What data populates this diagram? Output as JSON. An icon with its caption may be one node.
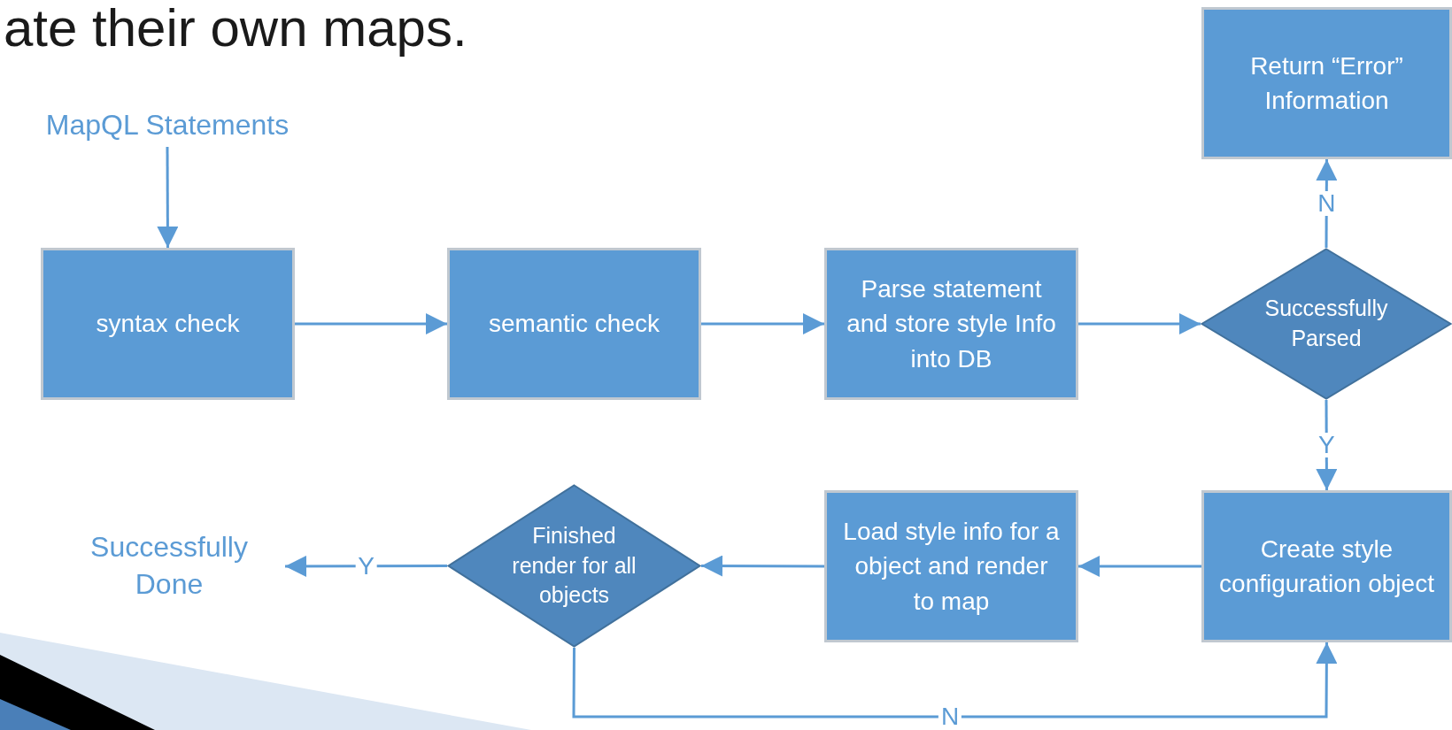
{
  "diagram": {
    "nodes": [
      {
        "text": [
          "MapQL Statements"
        ]
      },
      {
        "text": [
          "syntax check"
        ]
      },
      {
        "text": [
          "semantic check"
        ]
      },
      {
        "text": [
          "Parse statement and store style Info into DB"
        ]
      },
      {
        "text": [
          "Successfully Parsed"
        ]
      },
      {
        "text": [
          "Return “Error” Information"
        ]
      },
      {
        "text": [
          "Create style configuration object"
        ]
      },
      {
        "text": [
          "Load style info for a object and render to map"
        ]
      },
      {
        "text": [
          "Finished render for all objects"
        ]
      },
      {
        "text": [
          "Successfully Done"
        ]
      }
    ],
    "edges": [
      {
        "from": 0,
        "to": 1,
        "arrow": "to"
      },
      {
        "from": 1,
        "to": 2,
        "arrow": "to"
      },
      {
        "from": 2,
        "to": 3,
        "arrow": "to"
      },
      {
        "from": 3,
        "to": 4,
        "arrow": "to"
      },
      {
        "from": 4,
        "to": 5,
        "arrow": "to",
        "label": "N"
      },
      {
        "from": 4,
        "to": 6,
        "arrow": "to",
        "label": "Y"
      },
      {
        "from": 6,
        "to": 7,
        "arrow": "to"
      },
      {
        "from": 7,
        "to": 8,
        "arrow": "to"
      },
      {
        "from": 8,
        "to": 9,
        "arrow": "to",
        "label": "Y"
      },
      {
        "from": 8,
        "to": 6,
        "arrow": "to",
        "label": "N"
      }
    ],
    "labels": [
      "ate their own maps."
    ]
  }
}
